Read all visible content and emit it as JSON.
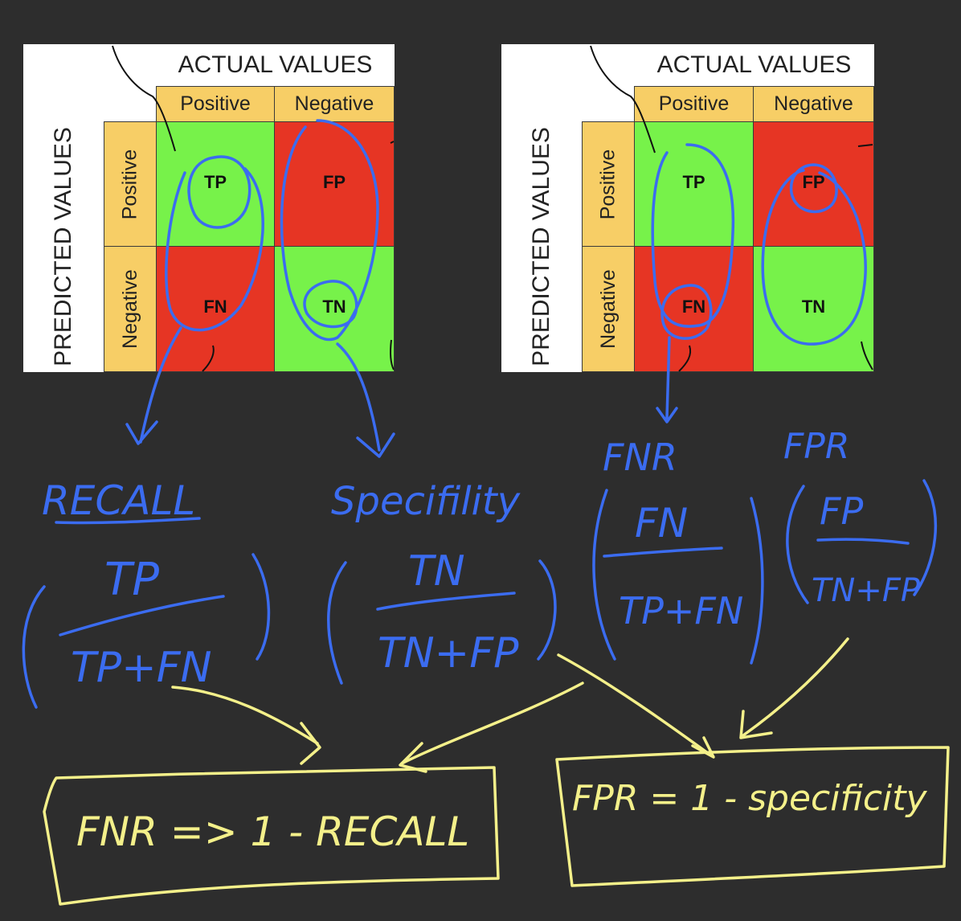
{
  "matrices": [
    {
      "actual_title": "ACTUAL VALUES",
      "predicted_title": "PREDICTED VALUES",
      "col_positive": "Positive",
      "col_negative": "Negative",
      "row_positive": "Positive",
      "row_negative": "Negative",
      "tp": "TP",
      "fp": "FP",
      "fn": "FN",
      "tn": "TN"
    },
    {
      "actual_title": "ACTUAL VALUES",
      "predicted_title": "PREDICTED VALUES",
      "col_positive": "Positive",
      "col_negative": "Negative",
      "row_positive": "Positive",
      "row_negative": "Negative",
      "tp": "TP",
      "fp": "FP",
      "fn": "FN",
      "tn": "TN"
    }
  ],
  "notes": {
    "recall": {
      "label": "RECALL",
      "numerator": "TP",
      "denominator": "TP+FN"
    },
    "specificity": {
      "label": "Specifility",
      "numerator": "TN",
      "denominator": "TN+FP"
    },
    "fnr": {
      "label": "FNR",
      "numerator": "FN",
      "denominator": "TP+FN"
    },
    "fpr": {
      "label": "FPR",
      "numerator": "FP",
      "denominator": "TN+FP"
    },
    "fnr_relation": "FNR => 1 - RECALL",
    "fpr_relation": "FPR = 1 - specificity"
  },
  "colors": {
    "green_cell": "#77f24a",
    "red_cell": "#e63524",
    "orange_header": "#f7ce66",
    "blue_ink": "#3b6cf0",
    "yellow_ink": "#f4f08a",
    "background": "#2d2d2d"
  }
}
